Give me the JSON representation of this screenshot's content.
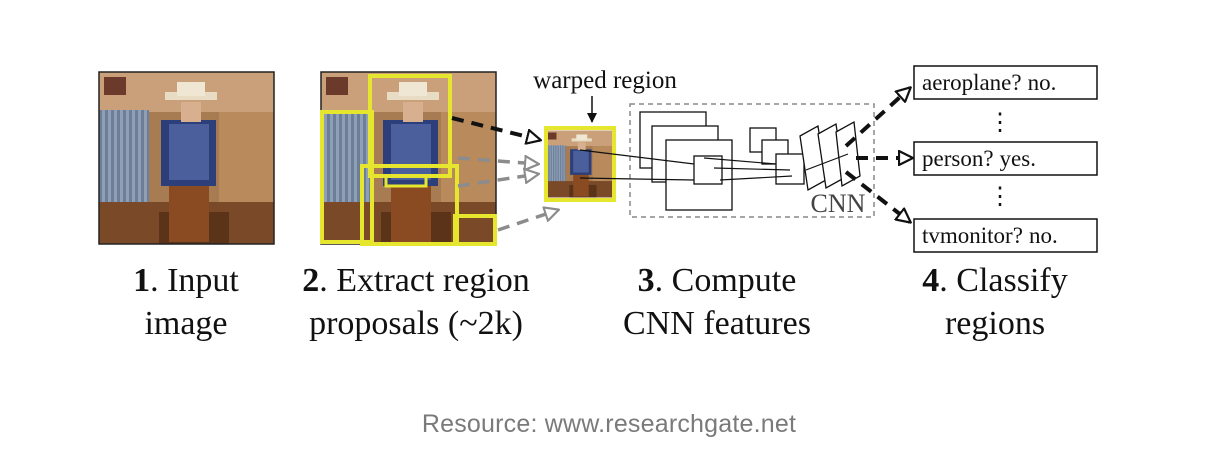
{
  "diagram": {
    "warped_label": "warped region",
    "cnn_label": "CNN",
    "steps": [
      {
        "number": "1",
        "line1_rest": ". Input",
        "line2": "image"
      },
      {
        "number": "2",
        "line1_rest": ". Extract region",
        "line2": "proposals (~2k)"
      },
      {
        "number": "3",
        "line1_rest": ". Compute",
        "line2": "CNN features"
      },
      {
        "number": "4",
        "line1_rest": ". Classify",
        "line2": "regions"
      }
    ],
    "classes": [
      {
        "name": "aeroplane?",
        "answer": "no."
      },
      {
        "name": "person?",
        "answer": "yes."
      },
      {
        "name": "tvmonitor?",
        "answer": "no."
      }
    ],
    "ellipsis": "⋮"
  },
  "caption": "Resource: www.researchgate.net",
  "colors": {
    "proposal_box": "#e6e62e",
    "arrow_gray": "#8c8c8c",
    "ink": "#111111"
  }
}
